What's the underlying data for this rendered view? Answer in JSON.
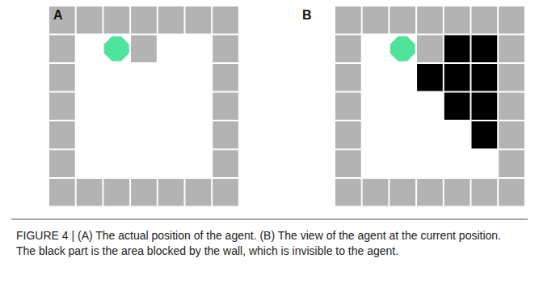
{
  "diagram": {
    "caption": "FIGURE 4 | (A) The actual position of the agent. (B) The view of the agent at the current position. The black part is the area blocked by the wall, which is invisible to the agent.",
    "labels": [
      "A",
      "B"
    ]
  }
}
